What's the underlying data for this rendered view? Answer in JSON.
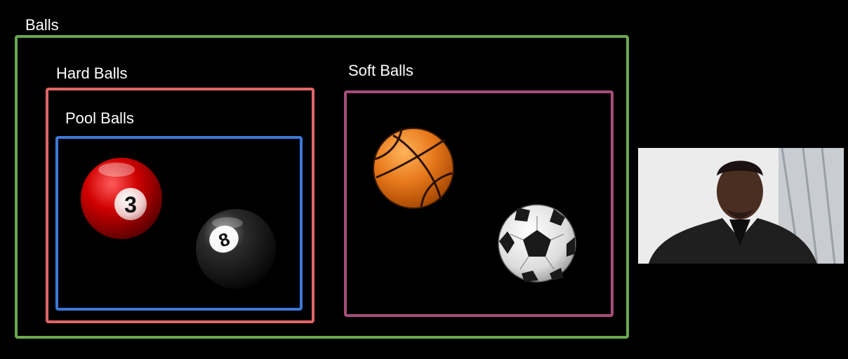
{
  "groups": {
    "balls": {
      "label": "Balls",
      "color": "#6aa84f"
    },
    "hard_balls": {
      "label": "Hard Balls",
      "color": "#e06666"
    },
    "pool_balls": {
      "label": "Pool Balls",
      "color": "#3c78d8"
    },
    "soft_balls": {
      "label": "Soft Balls",
      "color": "#a64d79"
    }
  },
  "items": {
    "pool_ball_3": {
      "number": "3",
      "icon": "pool-ball-3-icon"
    },
    "pool_ball_8": {
      "number": "8",
      "icon": "pool-ball-8-icon"
    },
    "basketball": {
      "icon": "basketball-icon"
    },
    "soccer_ball": {
      "icon": "soccer-ball-icon"
    },
    "portrait": {
      "icon": "man-portrait-photo"
    }
  }
}
